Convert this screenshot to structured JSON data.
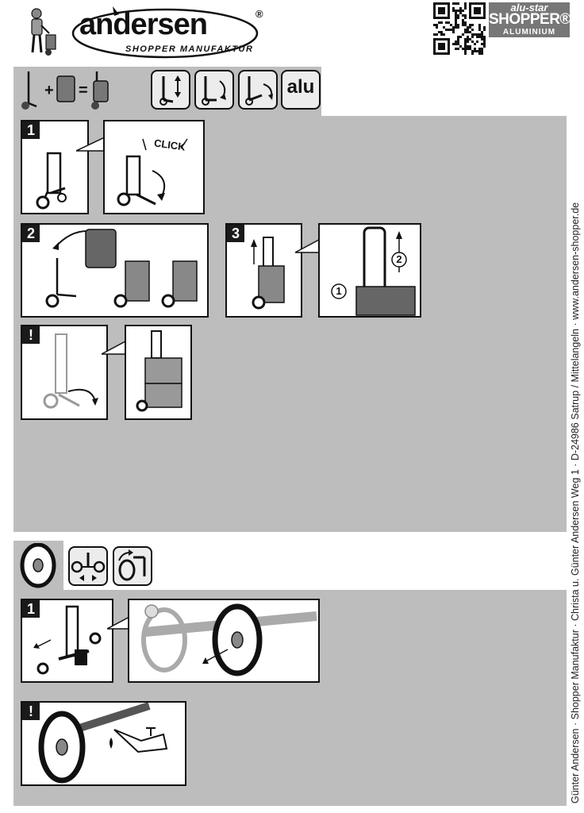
{
  "brand": {
    "name": "andersen",
    "registered": "®",
    "tagline": "SHOPPER MANUFAKTUR"
  },
  "badge": {
    "line1": "alu-star",
    "line2": "SHOPPER®",
    "line3": "ALUMINIUM"
  },
  "section1": {
    "feature_icons": [
      "telescope-handle-icon",
      "folding-frame-icon",
      "folding-plate-icon"
    ],
    "alu_label": "alu",
    "steps": [
      {
        "label": "1",
        "caption": "CLICK"
      },
      {
        "label": "2"
      },
      {
        "label": "3",
        "circled": [
          "1",
          "2"
        ]
      },
      {
        "label": "!"
      }
    ]
  },
  "section2": {
    "feature_icons": [
      "wheel-remove-icon",
      "wheel-rotate-icon"
    ],
    "steps": [
      {
        "label": "1"
      },
      {
        "label": "!"
      }
    ]
  },
  "footer": {
    "address": "Günter Andersen · Shopper Manufaktur · Christa u. Günter Andersen Weg 1 · D-24986 Satrup / Mittelangeln · www.andersen-shopper.de"
  },
  "colors": {
    "panel": "#bdbdbd",
    "ink": "#111111",
    "paper": "#ffffff"
  }
}
